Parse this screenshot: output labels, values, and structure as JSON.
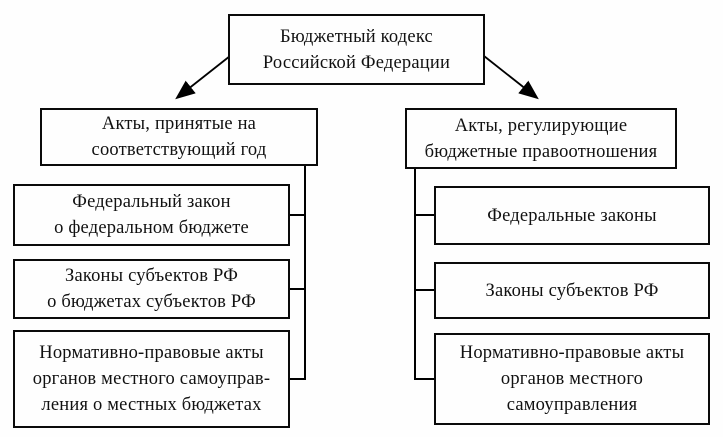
{
  "diagram": {
    "title": "Бюджетный кодекс Российской Федерации",
    "root": {
      "lines": [
        "Бюджетный кодекс",
        "Российской Федерации"
      ]
    },
    "left_branch": {
      "header": {
        "lines": [
          "Акты, принятые на",
          "соответствующий год"
        ]
      },
      "children": [
        {
          "lines": [
            "Федеральный закон",
            "о федеральном бюджете"
          ]
        },
        {
          "lines": [
            "Законы субъектов РФ",
            "о бюджетах субъектов РФ"
          ]
        },
        {
          "lines": [
            "Нормативно-правовые акты",
            "органов местного самоуправ-",
            "ления о местных бюджетах"
          ]
        }
      ]
    },
    "right_branch": {
      "header": {
        "lines": [
          "Акты, регулирующие",
          "бюджетные правоотношения"
        ]
      },
      "children": [
        {
          "lines": [
            "Федеральные законы"
          ]
        },
        {
          "lines": [
            "Законы субъектов РФ"
          ]
        },
        {
          "lines": [
            "Нормативно-правовые акты",
            "органов местного",
            "самоуправления"
          ]
        }
      ]
    },
    "colors": {
      "border": "#0a0a0a",
      "background": "#fefefe",
      "text": "#111111",
      "line": "#000000"
    }
  }
}
